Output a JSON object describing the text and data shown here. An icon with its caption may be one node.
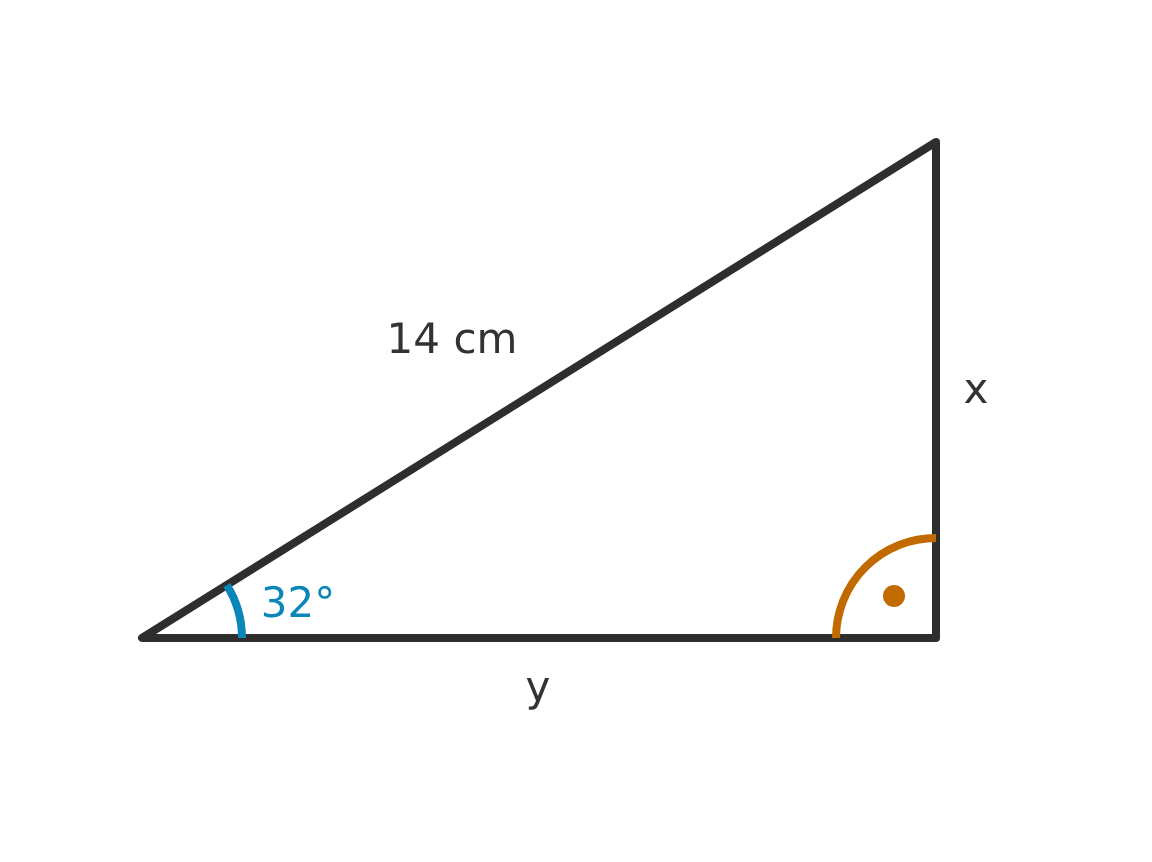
{
  "diagram": {
    "labels": [
      "14 cm",
      "x",
      "32°",
      "y"
    ]
  }
}
